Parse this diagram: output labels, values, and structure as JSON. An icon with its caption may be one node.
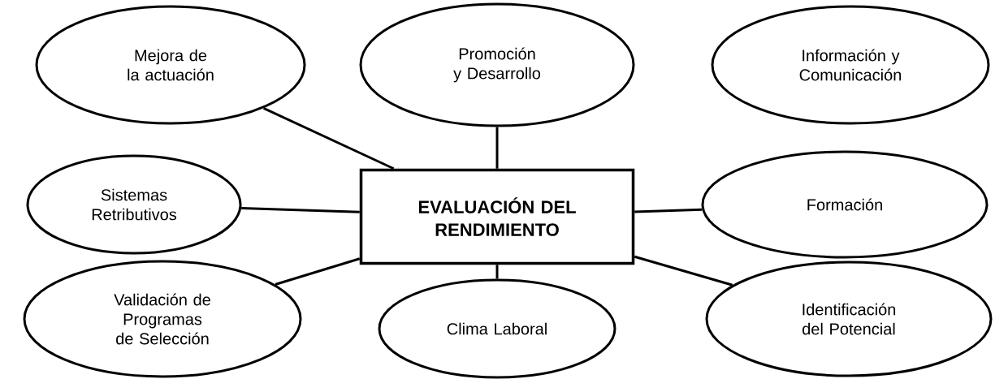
{
  "diagram": {
    "nodes": [
      {
        "text": [
          "Mejora de la actuación"
        ]
      },
      {
        "text": [
          "Promoción y Desarrollo"
        ]
      },
      {
        "text": [
          "Información y Comunicación"
        ]
      },
      {
        "text": [
          "Sistemas Retributivos"
        ]
      },
      {
        "text": [
          "EVALUACIÓN DEL RENDIMIENTO"
        ]
      },
      {
        "text": [
          "Formación"
        ]
      },
      {
        "text": [
          "Validación de Programas de Selección"
        ]
      },
      {
        "text": [
          "Clima Laboral"
        ]
      },
      {
        "text": [
          "Identificación del Potencial"
        ]
      }
    ],
    "edges": [
      {
        "from": 4,
        "to": 0,
        "arrow": "none"
      },
      {
        "from": 4,
        "to": 1,
        "arrow": "none"
      },
      {
        "from": 4,
        "to": 3,
        "arrow": "none"
      },
      {
        "from": 4,
        "to": 5,
        "arrow": "none"
      },
      {
        "from": 4,
        "to": 6,
        "arrow": "none"
      },
      {
        "from": 4,
        "to": 7,
        "arrow": "none"
      },
      {
        "from": 4,
        "to": 8,
        "arrow": "none"
      }
    ]
  }
}
